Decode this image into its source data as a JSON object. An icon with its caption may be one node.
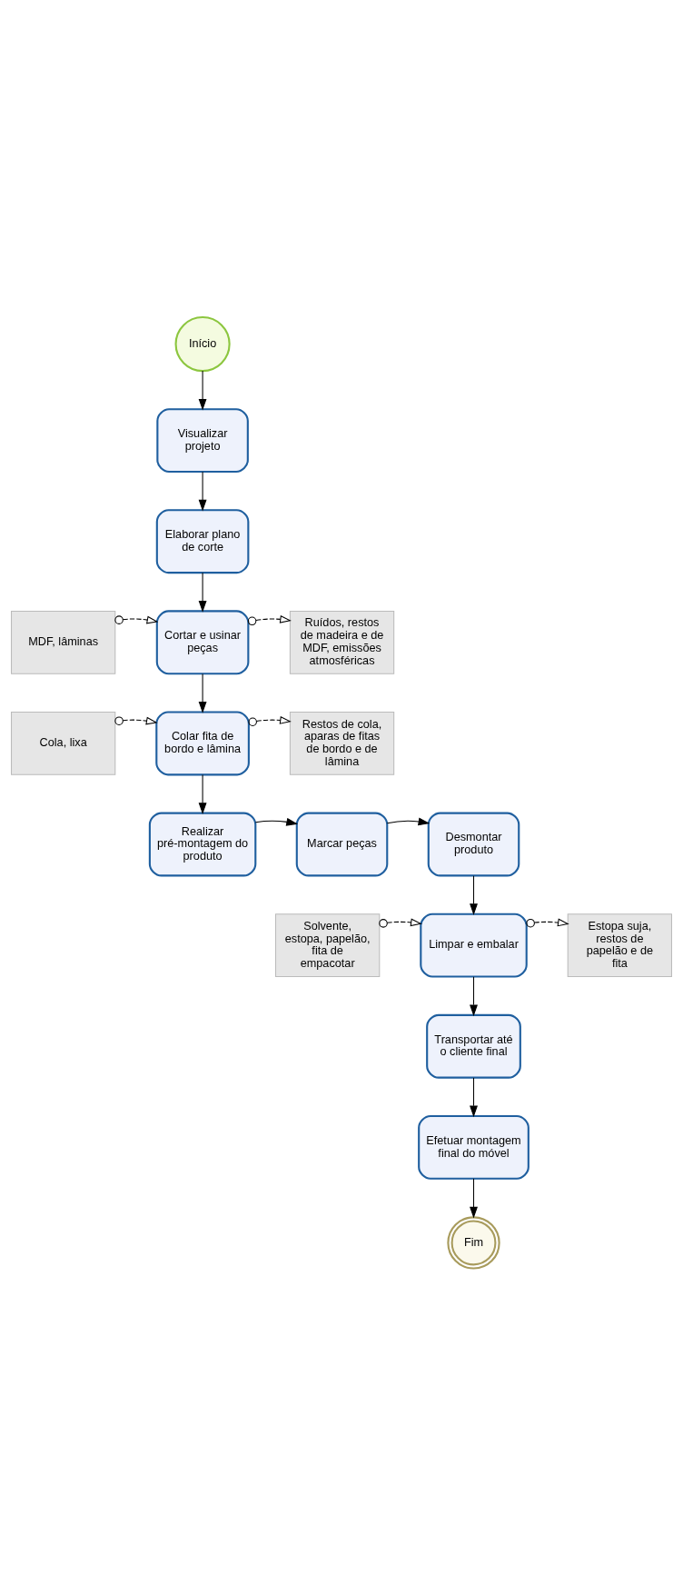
{
  "diagram": {
    "nodes": [
      {
        "text": [
          "Início"
        ]
      },
      {
        "text": [
          "Visualizar projeto"
        ]
      },
      {
        "text": [
          "Elaborar plano de corte"
        ]
      },
      {
        "text": [
          "MDF, lâminas"
        ]
      },
      {
        "text": [
          "Cortar e usinar peças"
        ]
      },
      {
        "text": [
          "Ruídos, restos de madeira e de MDF, emissões atmosféricas"
        ]
      },
      {
        "text": [
          "Cola, lixa"
        ]
      },
      {
        "text": [
          "Colar fita de bordo e lâmina"
        ]
      },
      {
        "text": [
          "Restos de cola, aparas de fitas de bordo e de lâmina"
        ]
      },
      {
        "text": [
          "Realizar pré-montagem do produto"
        ]
      },
      {
        "text": [
          "Marcar peças"
        ]
      },
      {
        "text": [
          "Desmontar produto"
        ]
      },
      {
        "text": [
          "Solvente, estopa, papelão, fita de empacotar"
        ]
      },
      {
        "text": [
          "Limpar e embalar"
        ]
      },
      {
        "text": [
          "Estopa suja, restos de papelão e de fita"
        ]
      },
      {
        "text": [
          "Transportar até o cliente final"
        ]
      },
      {
        "text": [
          "Efetuar montagem final do móvel"
        ]
      },
      {
        "text": [
          "Fim"
        ]
      }
    ],
    "edges": [
      {
        "from": 0,
        "to": 1,
        "arrow": "to"
      },
      {
        "from": 1,
        "to": 2,
        "arrow": "to"
      },
      {
        "from": 2,
        "to": 4,
        "arrow": "to"
      },
      {
        "from": 3,
        "to": 4,
        "arrow": "to",
        "style": "dashed"
      },
      {
        "from": 4,
        "to": 5,
        "arrow": "to",
        "style": "dashed"
      },
      {
        "from": 4,
        "to": 7,
        "arrow": "to"
      },
      {
        "from": 6,
        "to": 7,
        "arrow": "to",
        "style": "dashed"
      },
      {
        "from": 7,
        "to": 8,
        "arrow": "to",
        "style": "dashed"
      },
      {
        "from": 7,
        "to": 9,
        "arrow": "to"
      },
      {
        "from": 9,
        "to": 10,
        "arrow": "to"
      },
      {
        "from": 10,
        "to": 11,
        "arrow": "to"
      },
      {
        "from": 11,
        "to": 13,
        "arrow": "to"
      },
      {
        "from": 12,
        "to": 13,
        "arrow": "to",
        "style": "dashed"
      },
      {
        "from": 13,
        "to": 14,
        "arrow": "to",
        "style": "dashed"
      },
      {
        "from": 13,
        "to": 15,
        "arrow": "to"
      },
      {
        "from": 15,
        "to": 16,
        "arrow": "to"
      },
      {
        "from": 16,
        "to": 17,
        "arrow": "to"
      }
    ]
  }
}
